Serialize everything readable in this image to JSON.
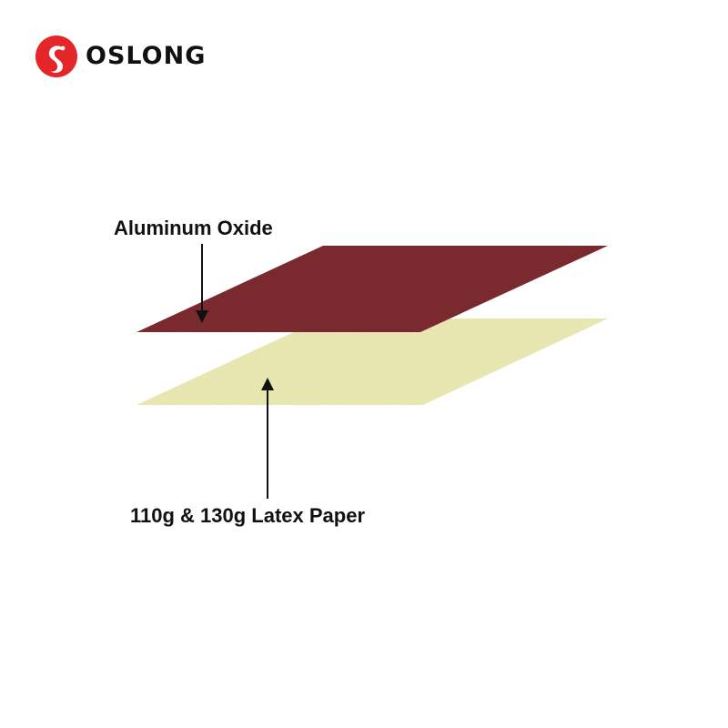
{
  "brand": {
    "name": "OSLONG",
    "accent_color": "#e4262b",
    "logo_icon": "swan-logo-icon"
  },
  "layers": [
    {
      "id": "abrasive",
      "label": "Aluminum Oxide",
      "color": "#7d2a2f"
    },
    {
      "id": "backing",
      "label": "110g & 130g Latex Paper",
      "color": "#ecebb4"
    }
  ]
}
